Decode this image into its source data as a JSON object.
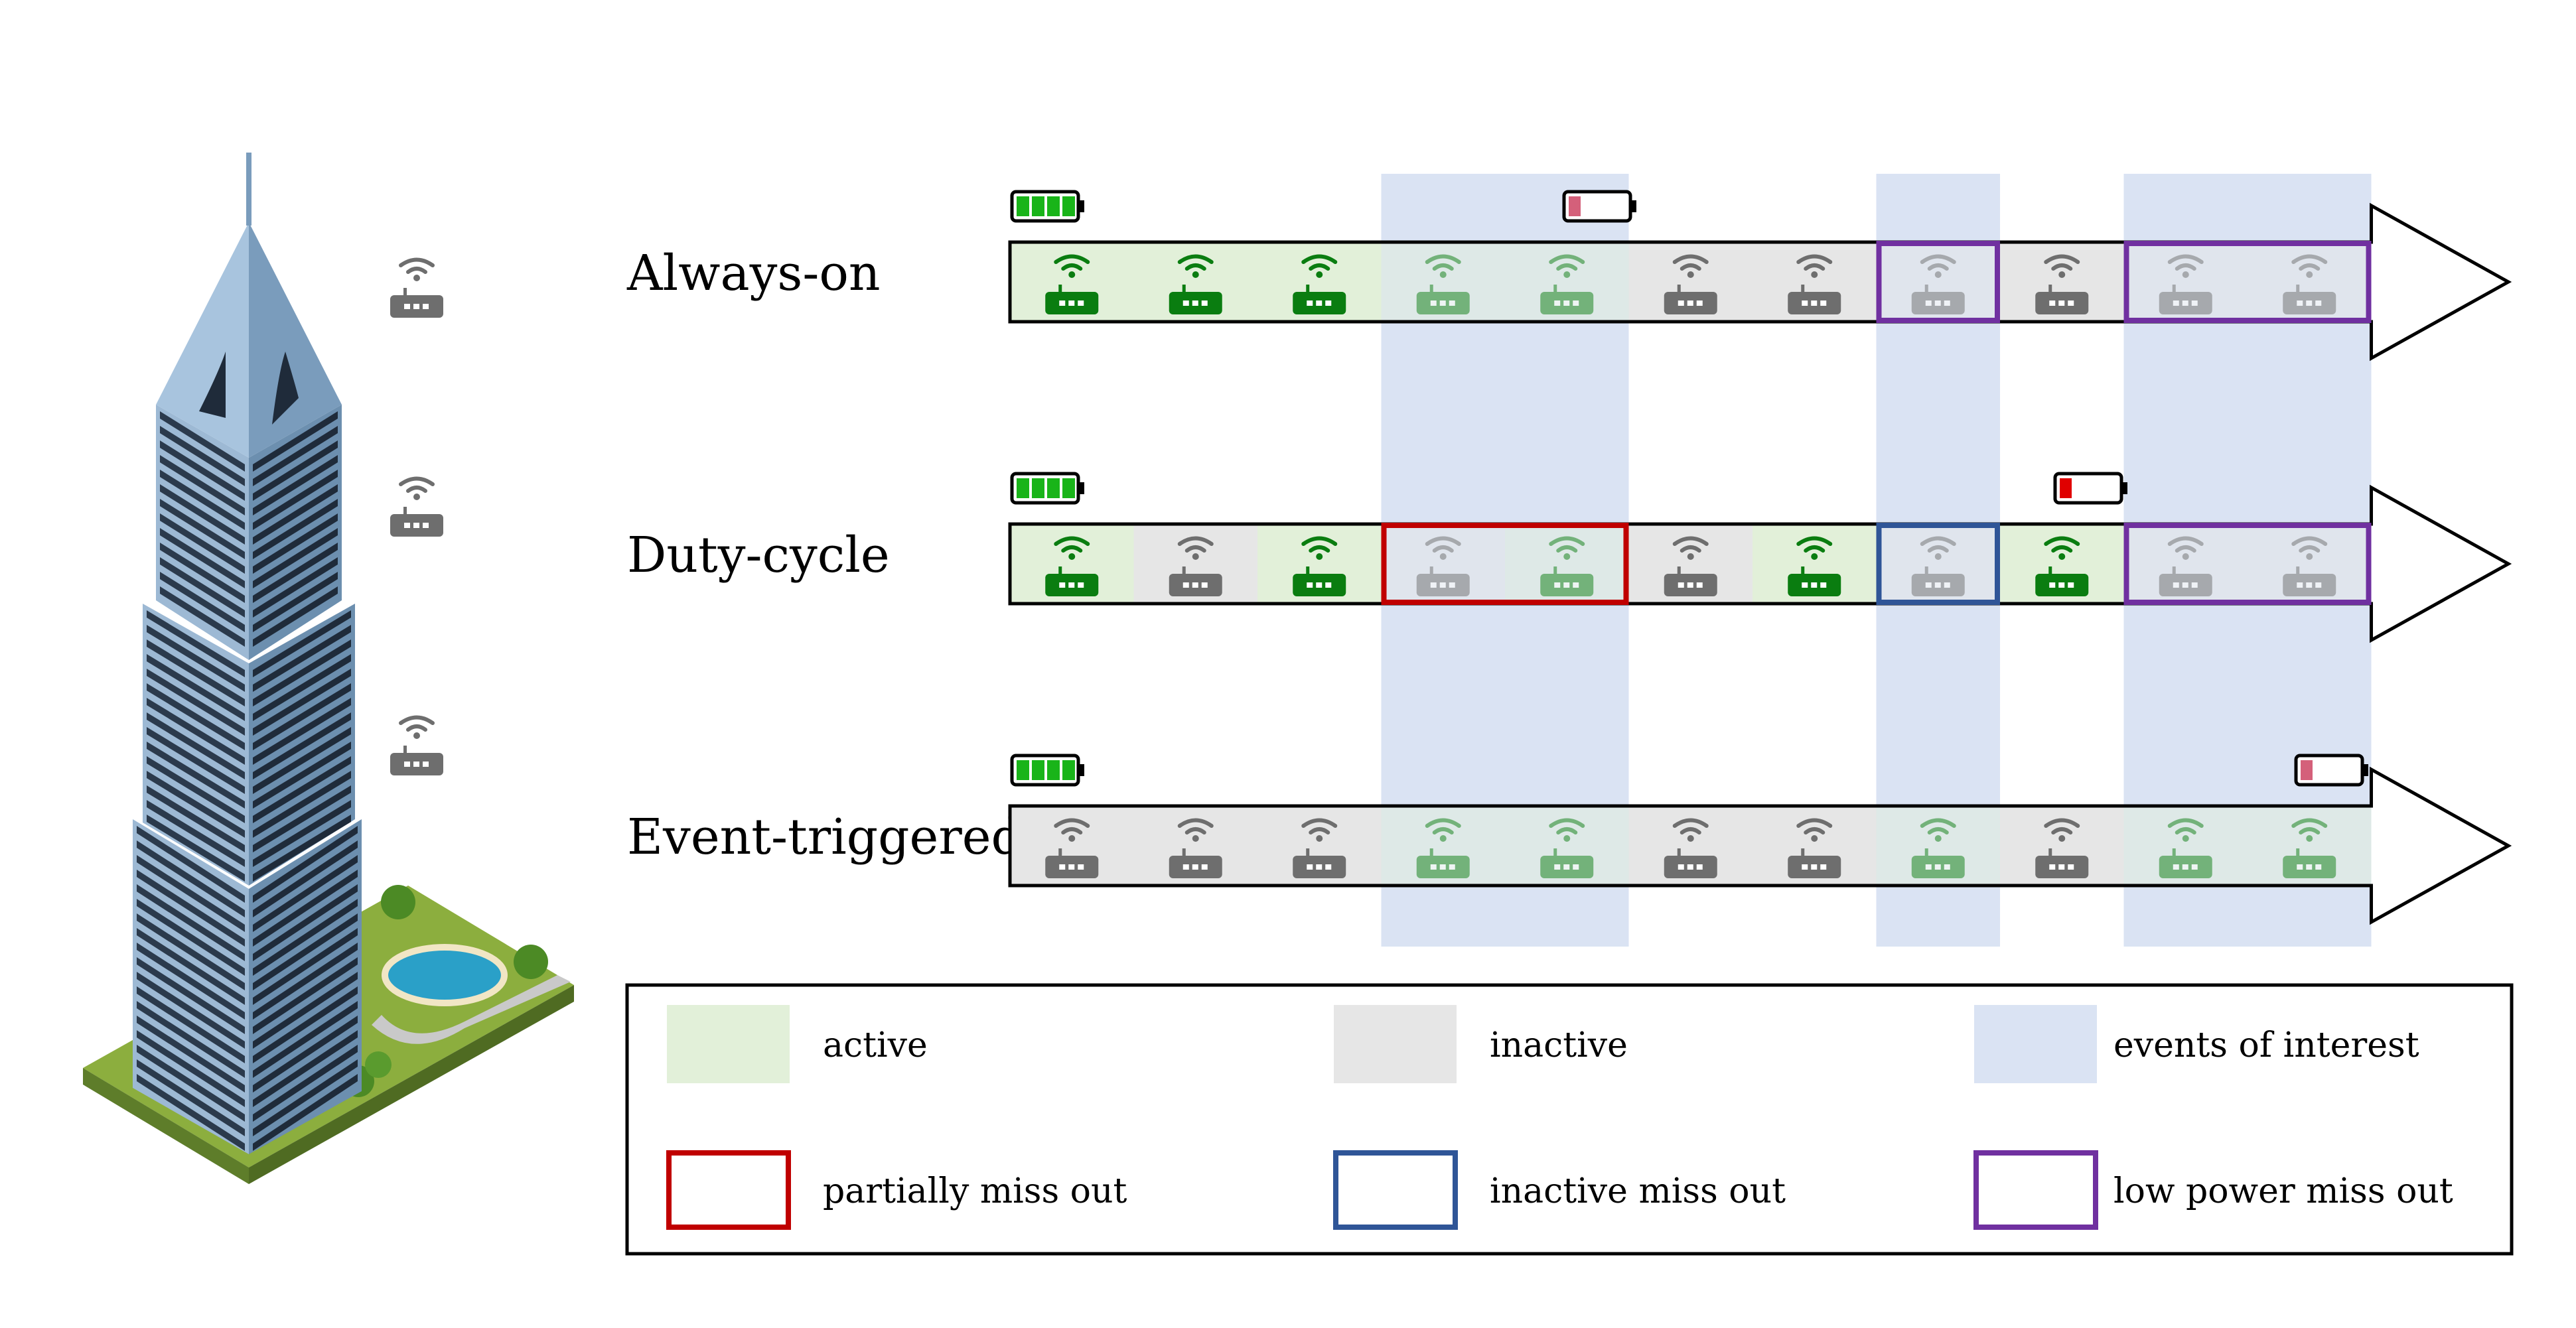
{
  "rows": [
    {
      "label": "Always-on",
      "states": [
        "active",
        "active",
        "active",
        "active",
        "active",
        "inactive",
        "inactive",
        "inactive",
        "inactive",
        "inactive",
        "inactive"
      ],
      "start_battery": "full",
      "end_battery": "low"
    },
    {
      "label": "Duty-cycle",
      "states": [
        "active",
        "inactive",
        "active",
        "inactive",
        "active",
        "inactive",
        "active",
        "inactive",
        "active",
        "inactive",
        "inactive"
      ],
      "start_battery": "full",
      "end_battery": "critical"
    },
    {
      "label": "Event-triggered",
      "states": [
        "inactive",
        "inactive",
        "inactive",
        "active",
        "active",
        "inactive",
        "inactive",
        "active",
        "inactive",
        "active",
        "active"
      ],
      "start_battery": "full",
      "end_battery": "low"
    }
  ],
  "event_slots": [
    [
      3,
      4
    ],
    [
      7
    ],
    [
      9,
      10
    ]
  ],
  "miss_outs": [
    {
      "row": 0,
      "slots": [
        7
      ],
      "type": "low power miss out"
    },
    {
      "row": 0,
      "slots": [
        9,
        10
      ],
      "type": "low power miss out"
    },
    {
      "row": 1,
      "slots": [
        3,
        4
      ],
      "type": "partially miss out"
    },
    {
      "row": 1,
      "slots": [
        7
      ],
      "type": "inactive miss out"
    },
    {
      "row": 1,
      "slots": [
        9,
        10
      ],
      "type": "low power miss out"
    }
  ],
  "legend": {
    "items": [
      {
        "key": "active",
        "label": "active",
        "kind": "fill",
        "color": "#e2f0d9"
      },
      {
        "key": "inactive",
        "label": "inactive",
        "kind": "fill",
        "color": "#e6e6e6"
      },
      {
        "key": "events",
        "label": "events of interest",
        "kind": "fill",
        "color": "#dae3f3"
      },
      {
        "key": "partial",
        "label": "partially miss out",
        "kind": "outline",
        "color": "#c00000"
      },
      {
        "key": "inactive_miss",
        "label": "inactive miss out",
        "kind": "outline",
        "color": "#2f5597"
      },
      {
        "key": "low_power",
        "label": "low power miss out",
        "kind": "outline",
        "color": "#7030a0"
      }
    ]
  },
  "colors": {
    "active_fill": "#e2f0d9",
    "inactive_fill": "#e6e6e6",
    "event_fill": "#b4c7e7",
    "router_active": "#0a7d10",
    "router_inactive": "#6e6e6e",
    "battery_green": "#19b419",
    "battery_red": "#e00000",
    "battery_low_pink": "#d4607a"
  },
  "icons": {
    "router": "wifi-router-icon",
    "battery": "battery-icon",
    "building": "skyscraper-illustration"
  }
}
